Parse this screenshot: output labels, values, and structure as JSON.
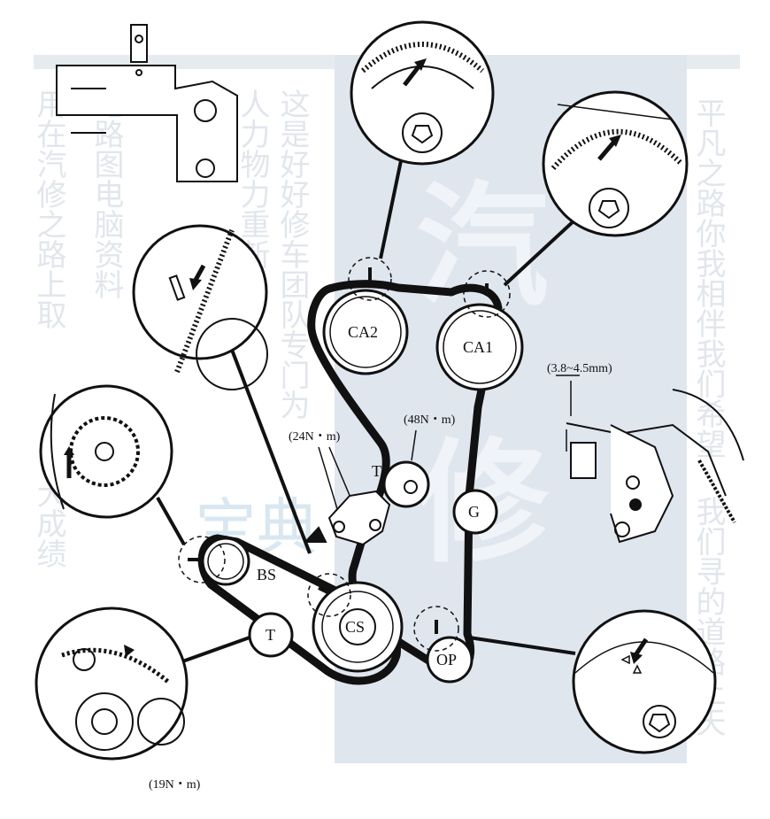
{
  "watermark": {
    "big_chars": [
      "汽",
      "修"
    ],
    "band_text": "宝典",
    "columns": [
      "平凡之路你我相伴我们希望",
      "我们寻的道路上天",
      "这是好好修车团队专门为",
      "人力物力重新",
      "电路图电脑资料",
      "用在汽修之路上取",
      "大成绩"
    ]
  },
  "diagram": {
    "pulleys": {
      "ca2": "CA2",
      "ca1": "CA1",
      "bs": "BS",
      "cs": "CS",
      "op": "OP",
      "g": "G",
      "t_upper": "T",
      "t_lower": "T"
    },
    "annotations": {
      "torque_48": "(48N・m)",
      "torque_24": "(24N・m)",
      "torque_19": "(19N・m)",
      "gap": "(3.8~4.5mm)"
    }
  }
}
